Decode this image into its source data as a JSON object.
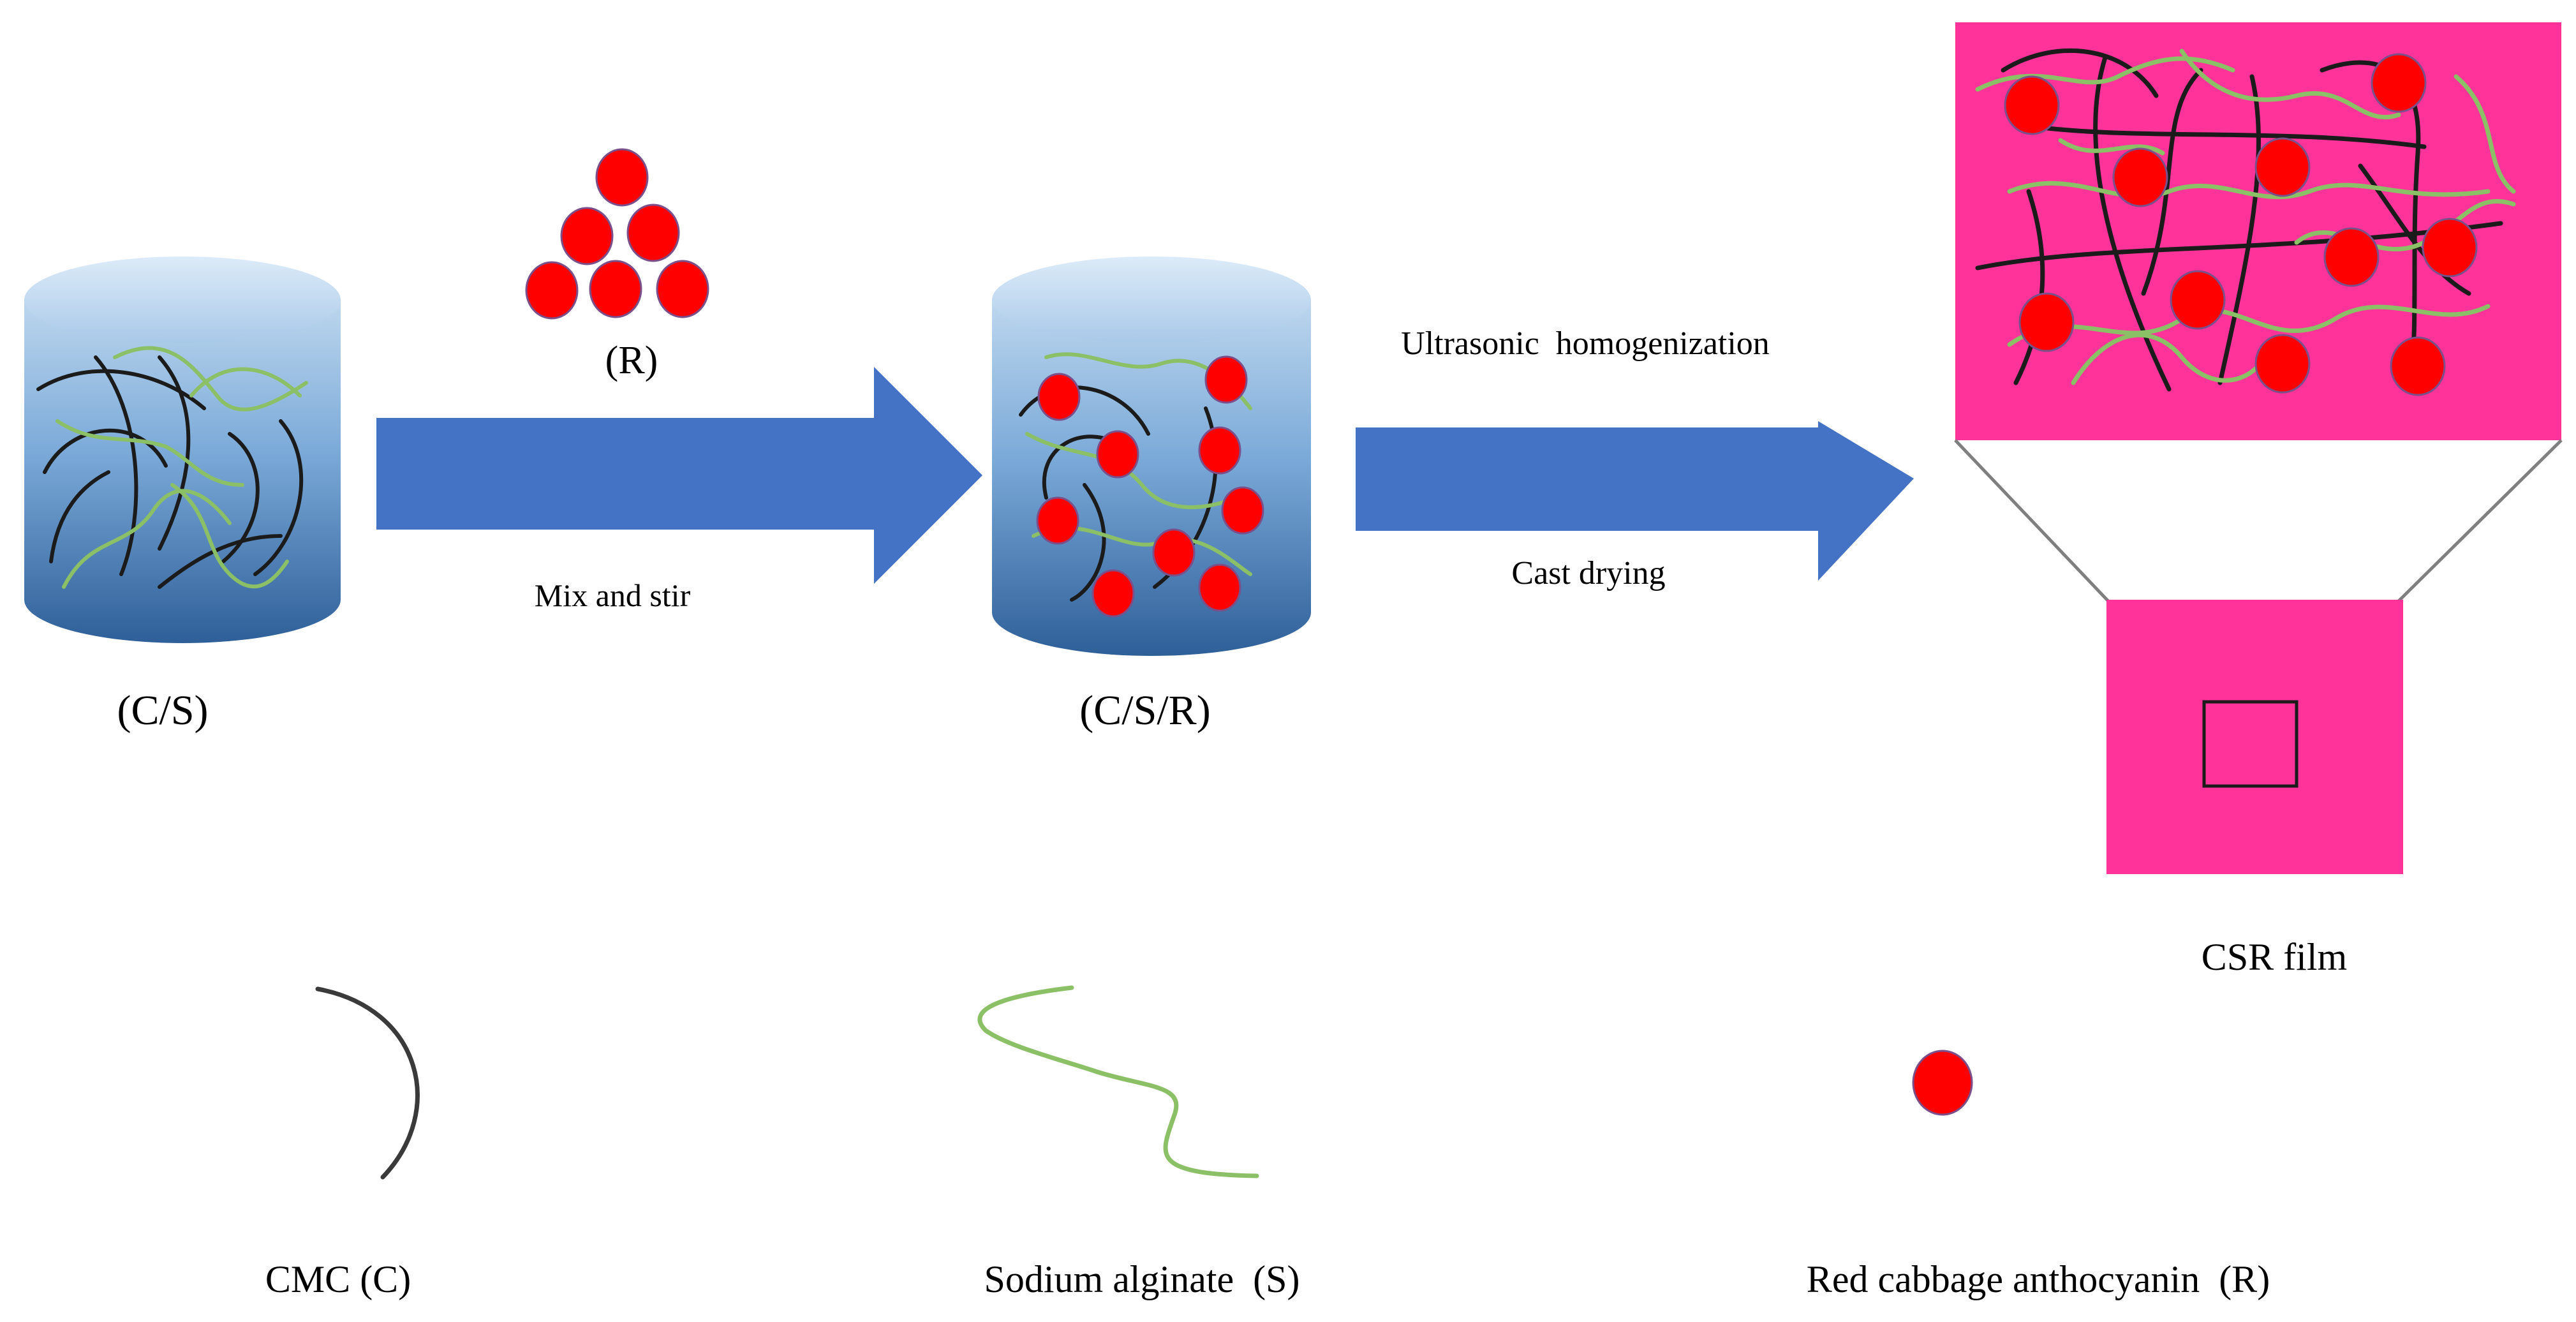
{
  "colors": {
    "particle": "#ff0000",
    "particle_stroke": "#7a4f8a",
    "cmc_fiber": "#1b1b1b",
    "alginate_fiber": "#8cc066",
    "arrow": "#4472c4",
    "film": "#ff3399",
    "cylinder_top": "#bdd7ee",
    "cylinder_bottom": "#2e5f98"
  },
  "labels": {
    "r_group": "(R)",
    "cs_container": "(C/S)",
    "csr_container": "(C/S/R)",
    "mix_step": "Mix and stir",
    "ultrasonic_step": "Ultrasonic  homogenization",
    "cast_step": "Cast drying",
    "film": "CSR film",
    "legend_cmc": "CMC (C)",
    "legend_alginate": "Sodium alginate  (S)",
    "legend_anthocyanin": "Red cabbage anthocyanin  (R)"
  }
}
